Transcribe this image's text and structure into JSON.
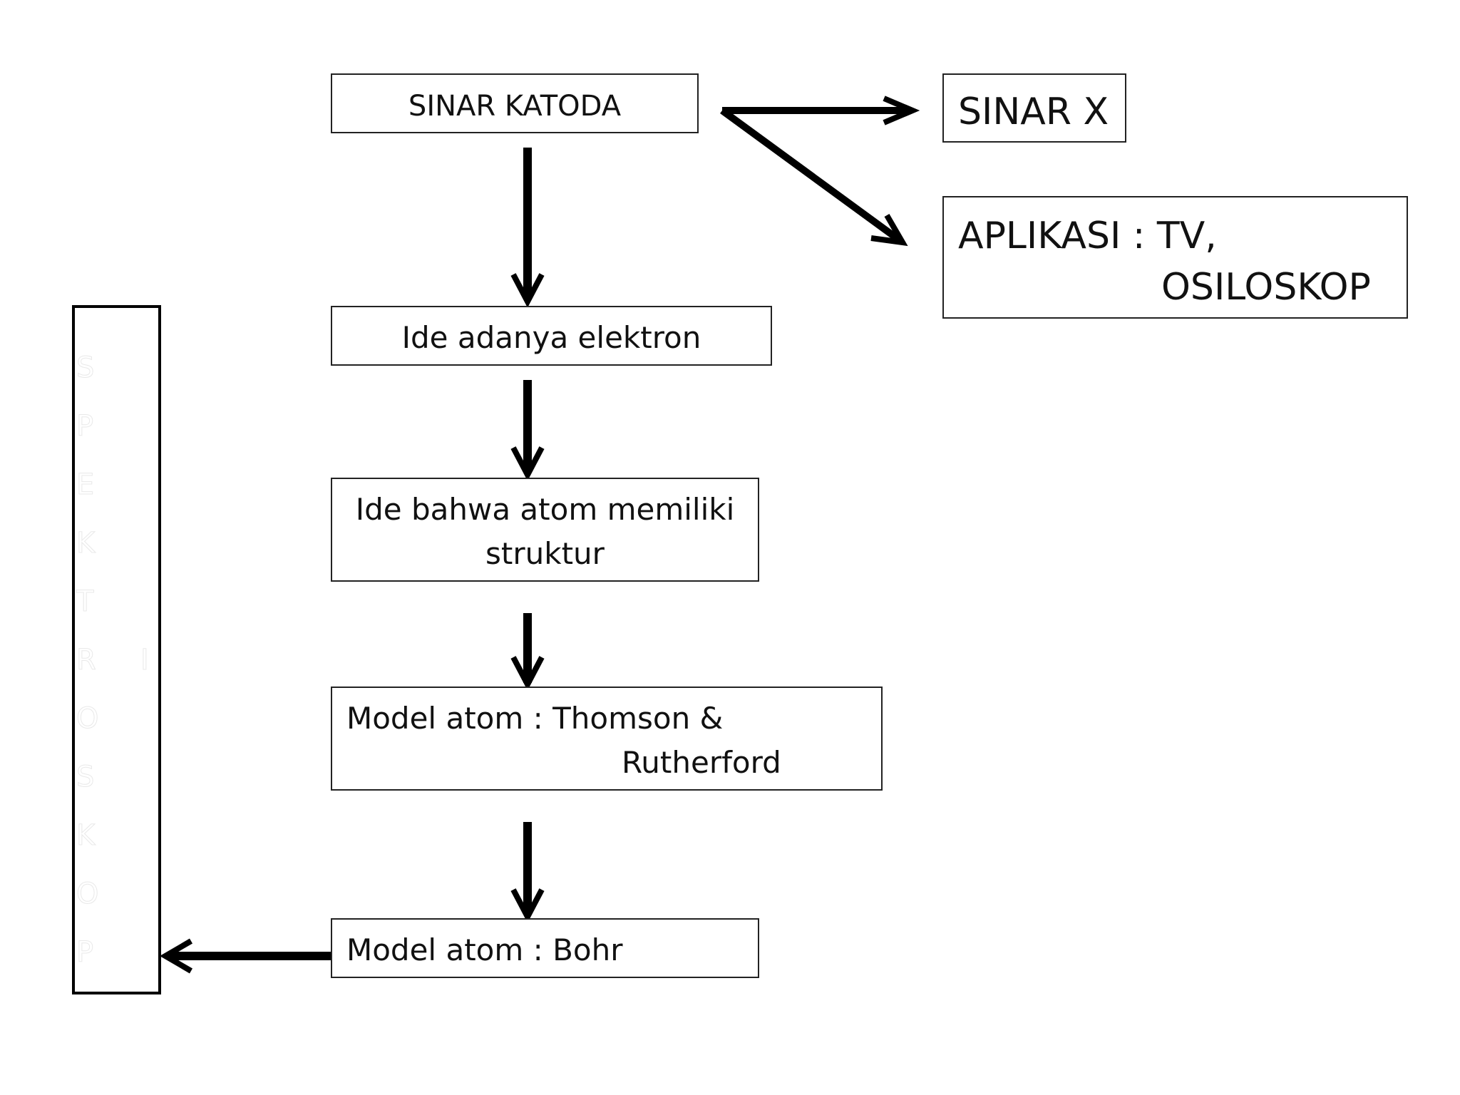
{
  "nodes": {
    "sinar_katoda": "SINAR KATODA",
    "sinar_x": "SINAR X",
    "aplikasi_line1": "APLIKASI : TV,",
    "aplikasi_line2": "OSILOSKOP",
    "ide_elektron": "Ide adanya elektron",
    "ide_struktur_line1": "Ide bahwa atom memiliki",
    "ide_struktur_line2": "struktur",
    "model_thomson_line1": "Model atom : Thomson &",
    "model_thomson_line2": "Rutherford",
    "model_bohr": "Model atom : Bohr"
  },
  "side_bar": {
    "letters": [
      "S",
      "P",
      "E",
      "K",
      "T",
      "R",
      "O",
      "S",
      "K",
      "O",
      "P"
    ],
    "extra_letter": "I"
  },
  "colors": {
    "line": "#000000",
    "box_border": "#222222",
    "faint_text": "#ffffff"
  }
}
